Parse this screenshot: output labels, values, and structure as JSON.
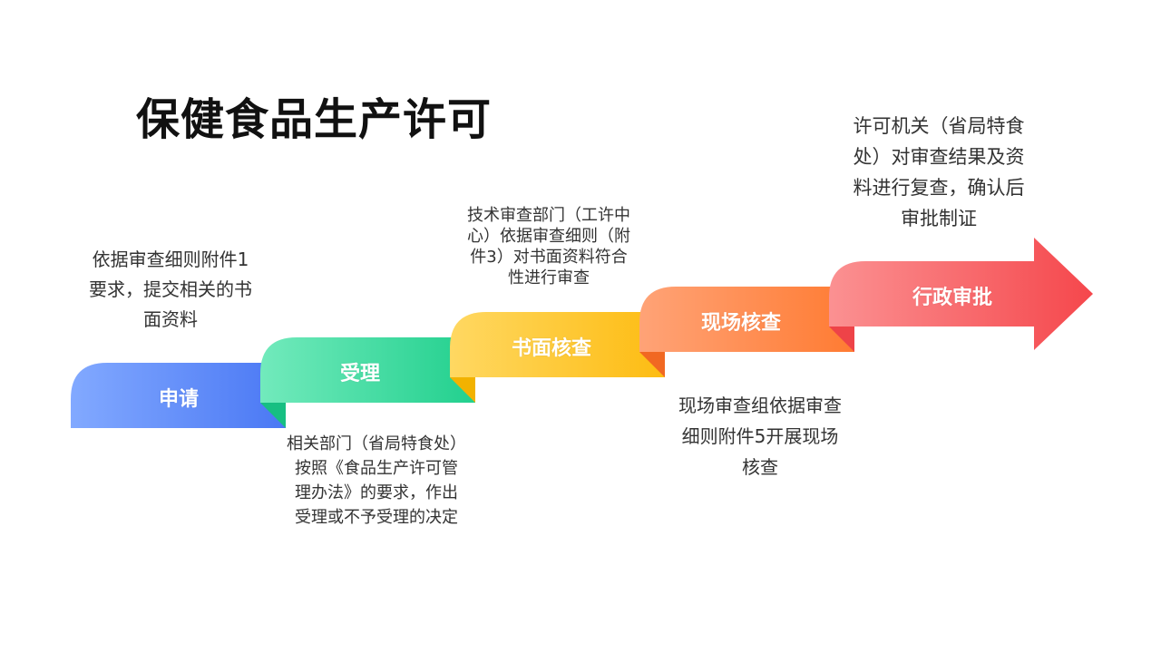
{
  "title": "保健食品生产许可",
  "steps": [
    {
      "label": "申请",
      "color_start": "#82a9ff",
      "color_end": "#4a78f4",
      "fold": "#3d6ae6",
      "desc": [
        "依据审查细则附件1",
        "要求，提交相关的书",
        "面资料"
      ]
    },
    {
      "label": "受理",
      "color_start": "#72eabc",
      "color_end": "#22d08e",
      "fold": "#17bf82",
      "desc": [
        "相关部门（省局特食处）",
        "按照《食品生产许可管",
        "理办法》的要求，作出",
        "受理或不予受理的决定"
      ]
    },
    {
      "label": "书面核查",
      "color_start": "#ffd862",
      "color_end": "#fdbc12",
      "fold": "#f2b200",
      "desc": [
        "技术审查部门（工许中",
        "心）依据审查细则（附",
        "件3）对书面资料符合",
        "性进行审查"
      ]
    },
    {
      "label": "现场核查",
      "color_start": "#ffa377",
      "color_end": "#ff7b32",
      "fold": "#f16822",
      "desc": [
        "现场审查组依据审查",
        "细则附件5开展现场",
        "核查"
      ]
    },
    {
      "label": "行政审批",
      "color_start": "#fb9192",
      "color_end": "#f5474c",
      "fold": "#ee4348",
      "desc": [
        "许可机关（省局特食",
        "处）对审查结果及资",
        "料进行复查，确认后",
        "审批制证"
      ]
    }
  ]
}
